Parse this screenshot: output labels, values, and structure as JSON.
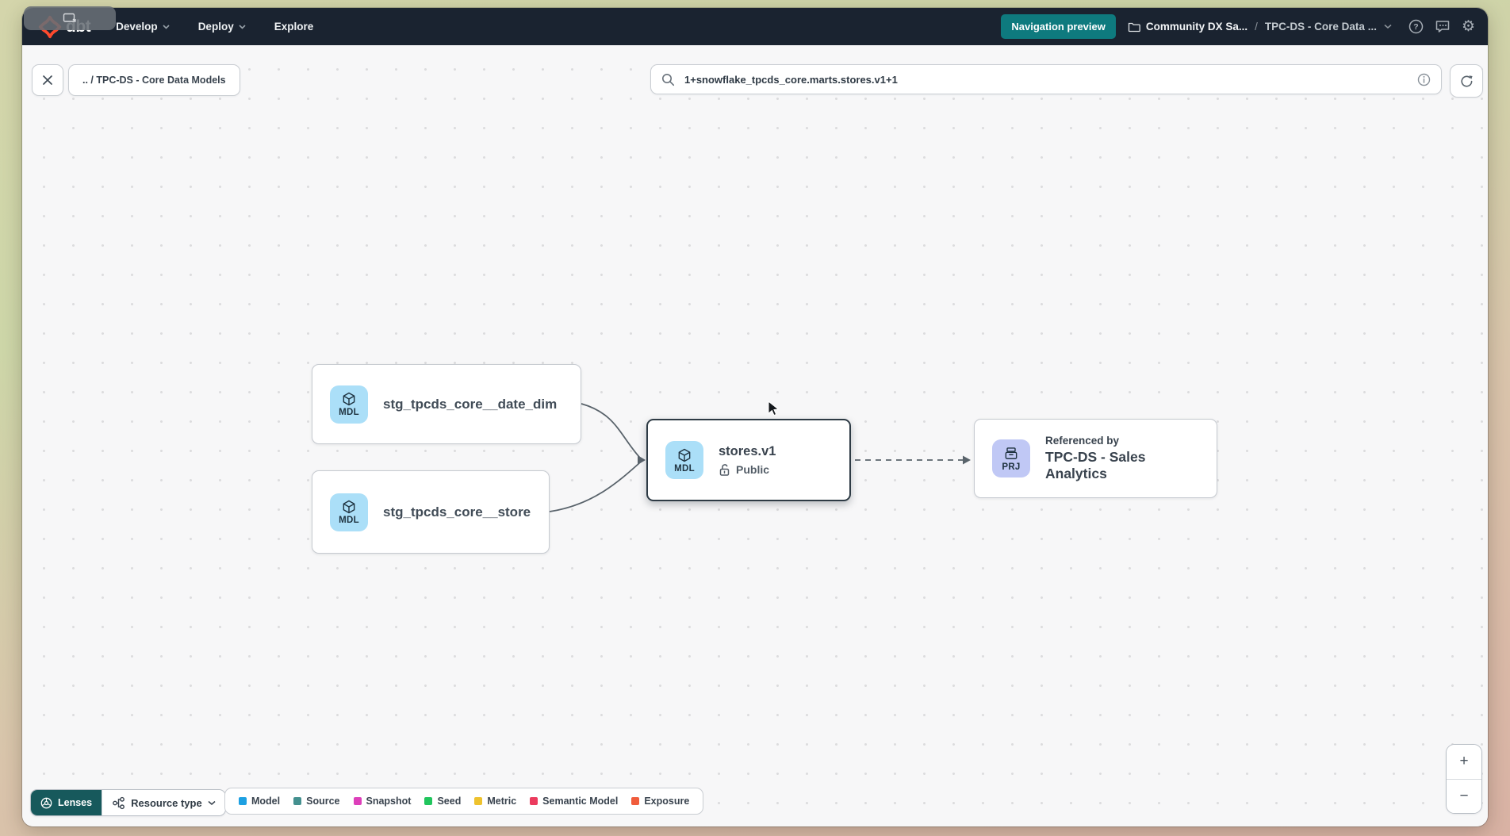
{
  "navbar": {
    "logo_text": "dbt",
    "menu_items": [
      {
        "label": "Develop"
      },
      {
        "label": "Deploy"
      },
      {
        "label": "Explore"
      }
    ],
    "preview_badge": "Navigation preview",
    "project_breadcrumb": "Community DX Sa...",
    "path_separator": "/",
    "section_breadcrumb": "TPC-DS - Core Data ..."
  },
  "toolbar": {
    "back_breadcrumb": ".. / TPC-DS - Core Data Models",
    "search_value": "1+snowflake_tpcds_core.marts.stores.v1+1"
  },
  "graph": {
    "nodes": {
      "date_dim": {
        "badge": "MDL",
        "label": "stg_tpcds_core__date_dim"
      },
      "store": {
        "badge": "MDL",
        "label": "stg_tpcds_core__store"
      },
      "stores_v1": {
        "badge": "MDL",
        "label": "stores.v1",
        "access": "Public"
      },
      "sales_analytics": {
        "badge": "PRJ",
        "kicker": "Referenced by",
        "label": "TPC-DS - Sales Analytics"
      }
    }
  },
  "footer": {
    "lenses_label": "Lenses",
    "resource_type_label": "Resource type",
    "legend": [
      {
        "label": "Model",
        "color": "#1da0e2"
      },
      {
        "label": "Source",
        "color": "#44908f"
      },
      {
        "label": "Snapshot",
        "color": "#dd3fba"
      },
      {
        "label": "Seed",
        "color": "#21c55d"
      },
      {
        "label": "Metric",
        "color": "#eec22e"
      },
      {
        "label": "Semantic Model",
        "color": "#eb3b5e"
      },
      {
        "label": "Exposure",
        "color": "#f05c3c"
      }
    ]
  },
  "zoom_controls": {
    "zoom_in": "+",
    "zoom_out": "−"
  },
  "colors": {
    "accent_teal": "#0e7a7e",
    "brand_orange": "#ff4a2d",
    "model_badge_bg": "#abdff8",
    "project_badge_bg": "#c0c8f5"
  }
}
